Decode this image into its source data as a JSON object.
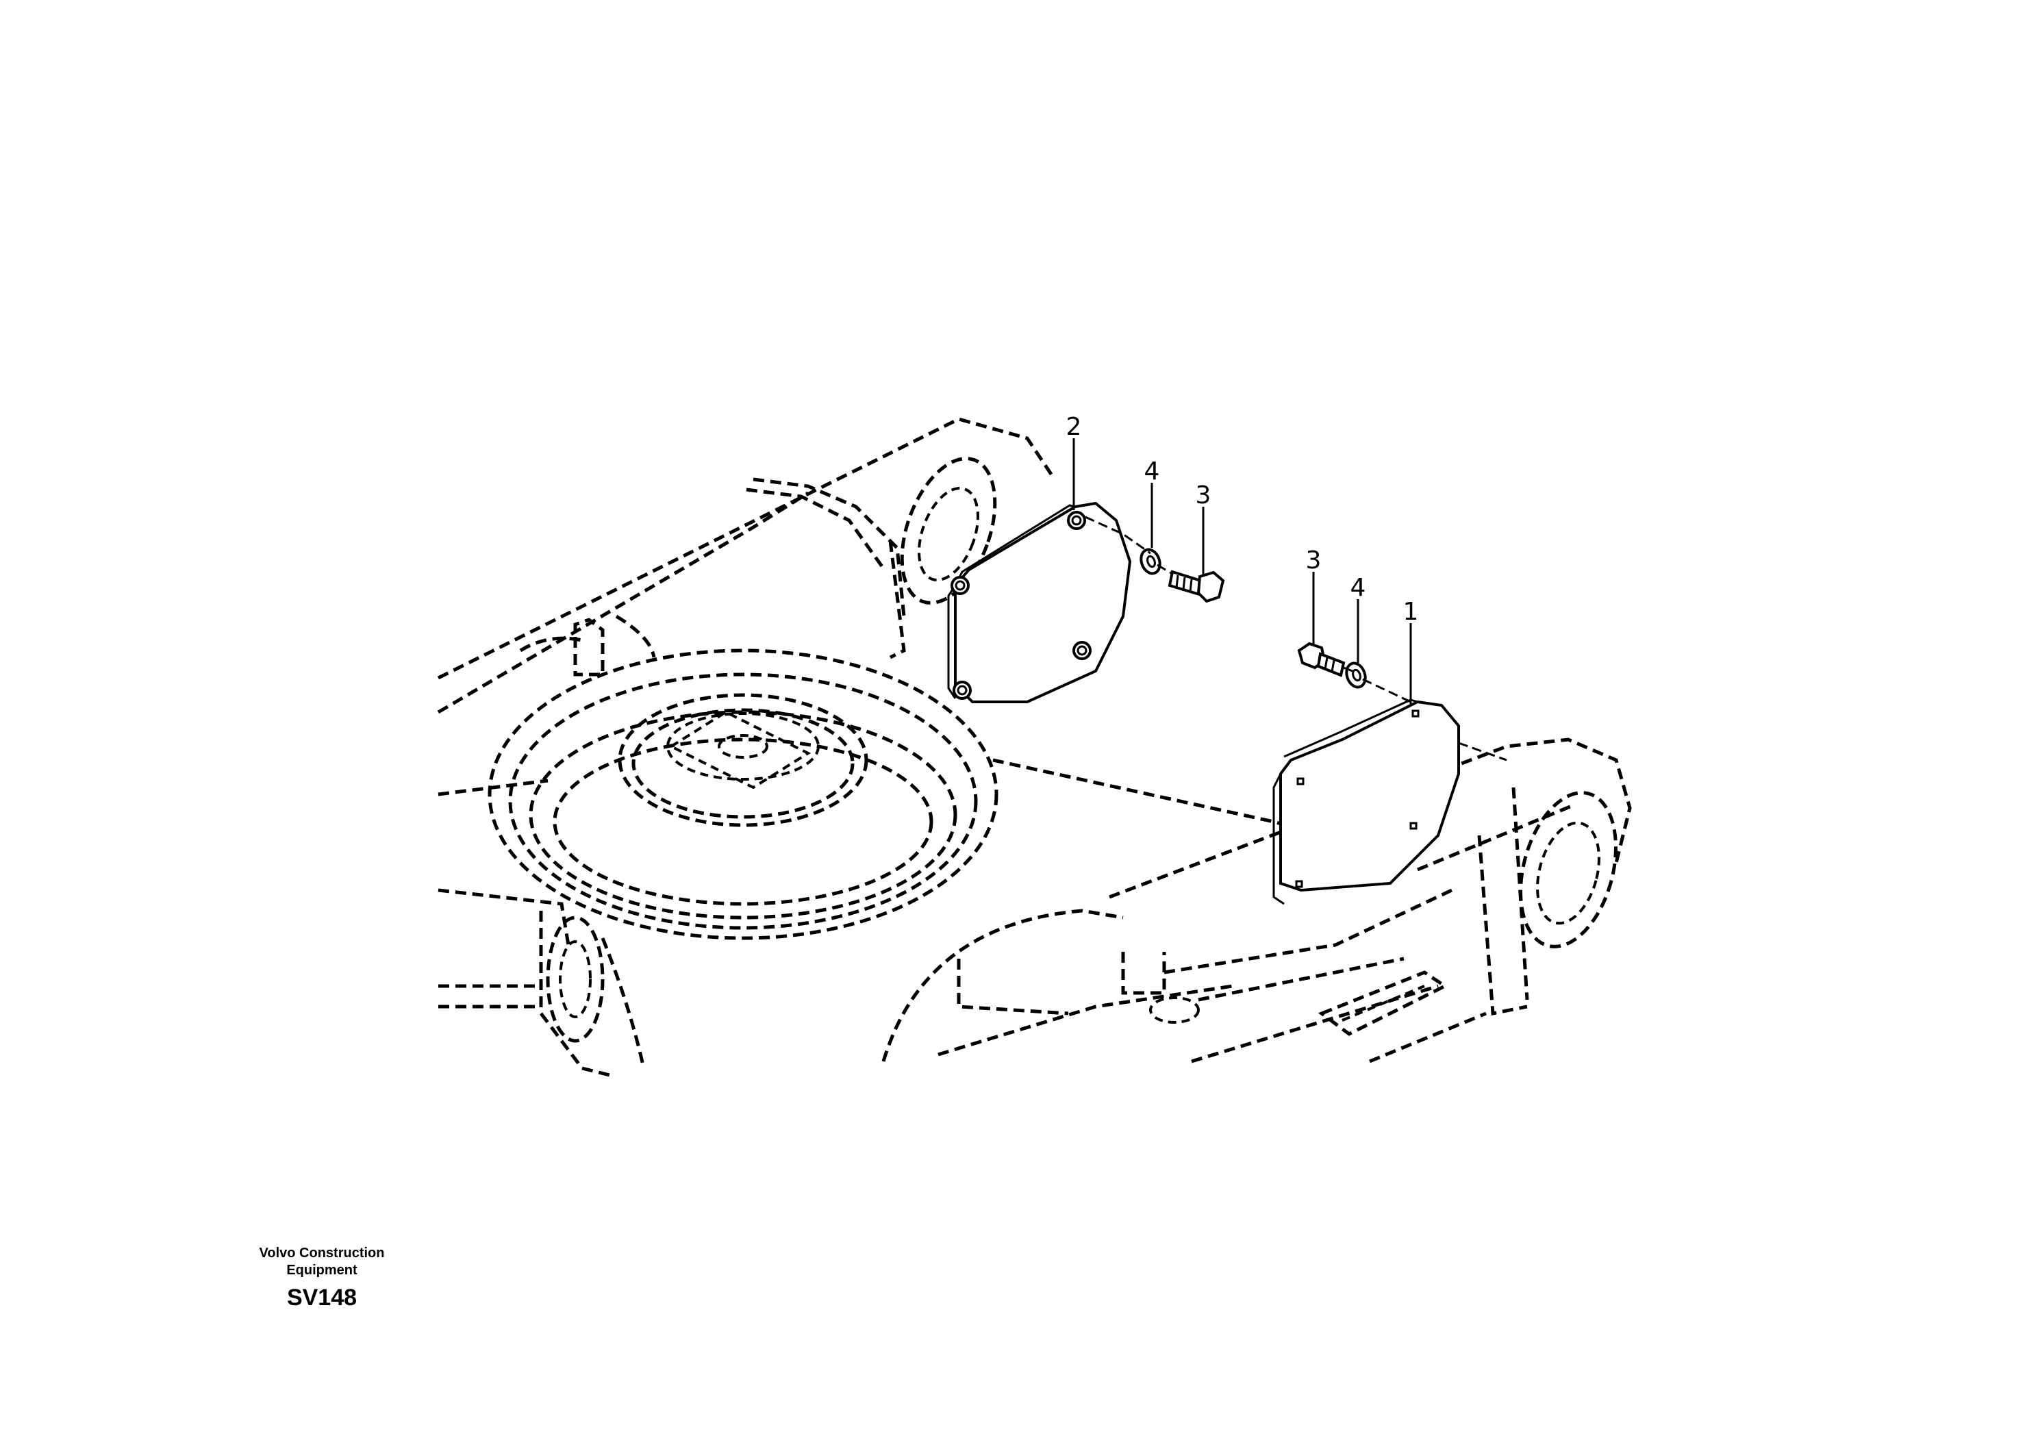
{
  "diagram": {
    "callouts": [
      {
        "id": "c2",
        "label": "2"
      },
      {
        "id": "c4a",
        "label": "4"
      },
      {
        "id": "c3a",
        "label": "3"
      },
      {
        "id": "c3b",
        "label": "3"
      },
      {
        "id": "c4b",
        "label": "4"
      },
      {
        "id": "c1",
        "label": "1"
      }
    ]
  },
  "footer": {
    "company_line1": "Volvo Construction",
    "company_line2": "Equipment",
    "drawing_code": "SV148"
  }
}
